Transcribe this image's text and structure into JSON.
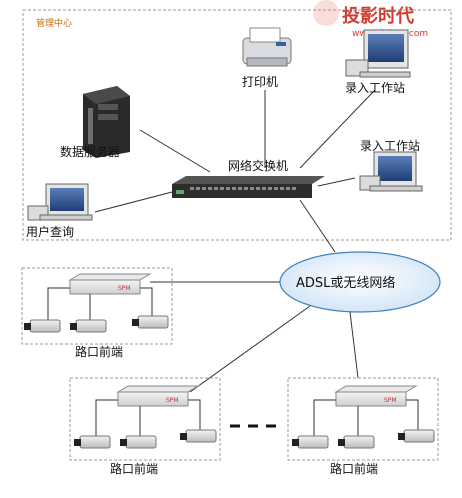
{
  "brand": {
    "name": "投影时代",
    "url": "www.PjTime.com"
  },
  "management_center": {
    "title": "管理中心"
  },
  "nodes": {
    "printer": "打印机",
    "workstation_top": "录入工作站",
    "workstation_right": "录入工作站",
    "data_server": "数据服务器",
    "switch": "网络交换机",
    "user_query": "用户查询",
    "network": "ADSL或无线网络",
    "front_end_1": "路口前端",
    "front_end_2": "路口前端",
    "front_end_3": "路口前端"
  },
  "encoder_label": "SPM",
  "colors": {
    "frame_border": "#9a9a9a",
    "link_line": "#333333",
    "cloud_fill": "#e8f2fb",
    "cloud_stroke": "#3f7fbf",
    "brand": "#d43a2e"
  }
}
